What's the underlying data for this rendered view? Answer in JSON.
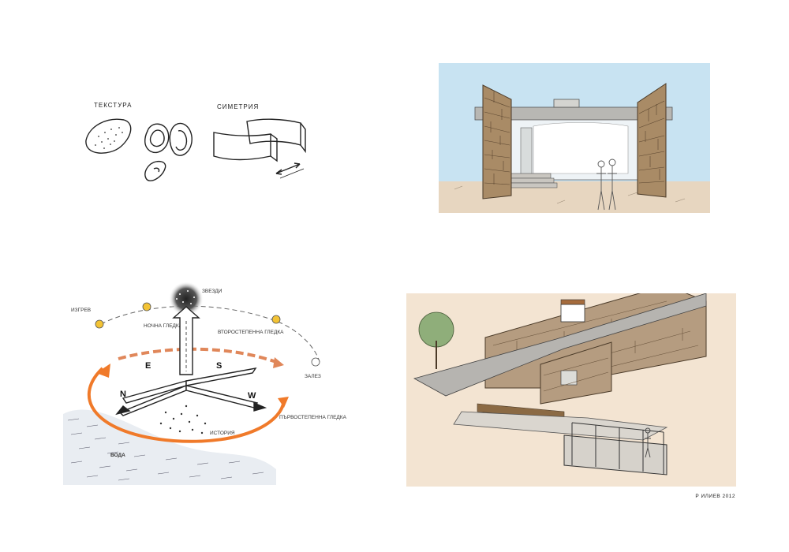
{
  "texture_panel": {
    "texture_label": "ТЕКСТУРА",
    "symmetry_label": "СИМЕТРИЯ"
  },
  "compass_panel": {
    "label_sunrise": "ИЗГРЕВ",
    "label_main_view": "НОЧНА ГЛЕДКА",
    "label_stars": "ЗВЕЗДИ",
    "label_secondary_view": "ВТОРОСТЕПЕННА ГЛЕДКА",
    "label_sunset": "ЗАЛЕЗ",
    "label_history": "ИСТОРИЯ",
    "label_primary_view": "ПЪРВОСТЕПЕННА ГЛЕДКА",
    "label_water": "ВОДА",
    "compass": {
      "n": "N",
      "e": "E",
      "s": "S",
      "w": "W"
    },
    "colors": {
      "arc_orange": "#f07a2a",
      "arc_light": "#e0875a",
      "sun": "#f3c335"
    }
  },
  "section_panel": {
    "colors": {
      "sky": "#c8e3f2",
      "stone": "#a98b66",
      "ground": "#e7d6c0"
    }
  },
  "aerial_panel": {
    "colors": {
      "background": "#f3e4d2",
      "stone": "#b59c80",
      "tree": "#8fae7a"
    }
  },
  "credit": "Р ИЛИЕВ 2012"
}
